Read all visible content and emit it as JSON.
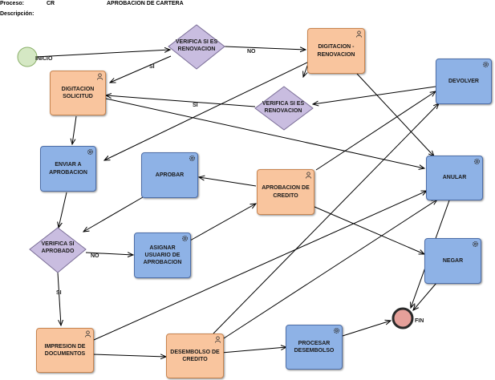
{
  "header": {
    "proceso_label": "Proceso:",
    "proceso_value": "CR",
    "proceso_title": "APROBACION DE CARTERA",
    "descripcion_label": "Descripción:"
  },
  "events": {
    "start": "INICIO",
    "end": "FIN"
  },
  "tasks": {
    "digitacion_solicitud": "DIGITACION SOLICITUD",
    "digitacion_renovacion": "DIGITACION - RENOVACION",
    "devolver": "DEVOLVER",
    "enviar_aprobacion": "ENVIAR A APROBACION",
    "aprobar": "APROBAR",
    "aprobacion_credito": "APROBACION DE CREDITO",
    "anular": "ANULAR",
    "asignar_usuario": "ASIGNAR USUARIO DE APROBACION",
    "negar": "NEGAR",
    "impresion_documentos": "IMPRESION DE DOCUMENTOS",
    "desembolso_credito": "DESEMBOLSO DE CREDITO",
    "procesar_desembolso": "PROCESAR DESEMBOLSO"
  },
  "gateways": {
    "verifica_renovacion_1": "VERIFICA SI ES RENOVACION",
    "verifica_renovacion_2": "VERIFICA SI ES RENOVACION",
    "verifica_aprobado": "VERIFICA SI APROBADO"
  },
  "edge_labels": {
    "no_1": "NO",
    "si_1": "SI",
    "si_2": "SI",
    "no_2": "NO",
    "si_3": "SI"
  },
  "colors": {
    "manual_task_fill": "#f9c59e",
    "service_task_fill": "#8eb2e6",
    "gateway_fill": "#c9bde0",
    "start_fill": "#d5e8c4",
    "end_fill": "#e5a09a"
  },
  "icons": {
    "manual_task": "person-icon",
    "service_task": "gear-icon"
  }
}
